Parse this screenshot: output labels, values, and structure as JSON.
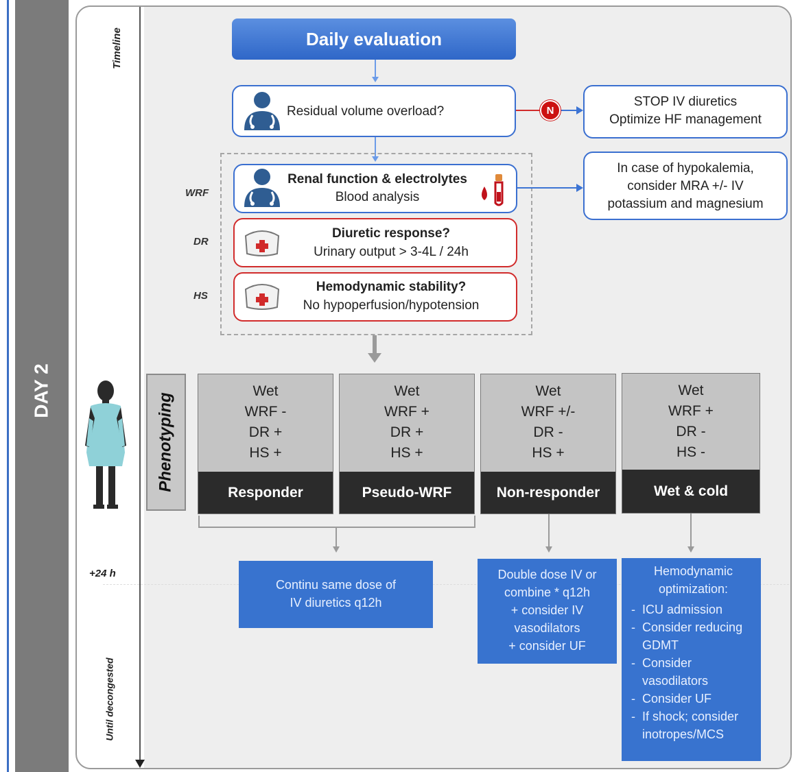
{
  "day_label": "DAY 2",
  "timeline": {
    "title": "Timeline",
    "plus_24h": "+24 h",
    "until": "Until decongested"
  },
  "side_tags": {
    "wrf": "WRF",
    "dr": "DR",
    "hs": "HS"
  },
  "boxes": {
    "daily_evaluation": "Daily evaluation",
    "residual_overload": "Residual volume overload?",
    "n_badge": "N",
    "stop": {
      "line1": "STOP IV diuretics",
      "line2": "Optimize HF management"
    },
    "renal": {
      "title": "Renal function & electrolytes",
      "subtitle": "Blood analysis"
    },
    "hypokalemia": {
      "line1": "In case of hypokalemia,",
      "line2": "consider MRA +/- IV",
      "line3": "potassium and magnesium"
    },
    "diuretic": {
      "title": "Diuretic response?",
      "subtitle": "Urinary output > 3-4L / 24h"
    },
    "hemodynamic": {
      "title": "Hemodynamic stability?",
      "subtitle": "No hypoperfusion/hypotension"
    }
  },
  "phenotyping": {
    "label": "Phenotyping",
    "columns": [
      {
        "lines": [
          "Wet",
          "WRF -",
          "DR +",
          "HS +"
        ],
        "name": "Responder"
      },
      {
        "lines": [
          "Wet",
          "WRF +",
          "DR +",
          "HS +"
        ],
        "name": "Pseudo-WRF"
      },
      {
        "lines": [
          "Wet",
          "WRF +/-",
          "DR -",
          "HS +"
        ],
        "name": "Non-responder"
      },
      {
        "lines": [
          "Wet",
          "WRF +",
          "DR -",
          "HS -"
        ],
        "name": "Wet & cold"
      }
    ]
  },
  "actions": {
    "continue": [
      "Continu same dose of",
      "IV diuretics q12h"
    ],
    "double": [
      "Double dose IV or",
      "combine * q12h",
      "+ consider IV",
      "vasodilators",
      "+ consider UF"
    ],
    "hemo_opt": {
      "title": [
        "Hemodynamic",
        "optimization:"
      ],
      "items": [
        "ICU admission",
        "Consider reducing GDMT",
        "Consider vasodilators",
        "Consider UF",
        "If shock; consider inotropes/MCS"
      ]
    }
  },
  "colors": {
    "blue": "#3873cf",
    "red": "#d12b2b",
    "dark": "#2b2b2b",
    "gray": "#c4c4c4"
  }
}
